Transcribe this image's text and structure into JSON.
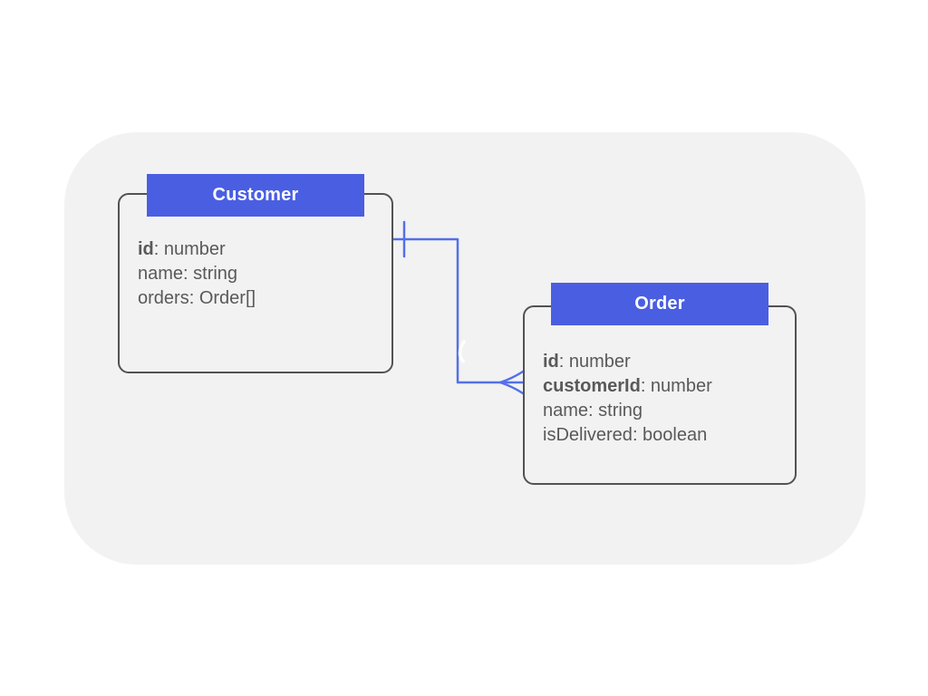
{
  "diagram": {
    "kind": "entity-relationship",
    "entities": [
      {
        "name": "Customer",
        "fields": [
          {
            "key": "id",
            "rest": ": number"
          },
          {
            "key": "name",
            "rest": ": string"
          },
          {
            "key": "orders",
            "rest": ": Order[]"
          }
        ]
      },
      {
        "name": "Order",
        "fields": [
          {
            "key": "id",
            "rest": ": number"
          },
          {
            "key": "customerId",
            "rest": ": number"
          },
          {
            "key": "name",
            "rest": ": string"
          },
          {
            "key": "isDelivered",
            "rest": ": boolean"
          }
        ]
      }
    ],
    "relationship": {
      "from_entity": "Customer",
      "to_entity": "Order",
      "from_marker": "one-tick",
      "to_marker": "crow-foot-many"
    }
  },
  "colors": {
    "header_bg": "#4a5ee2",
    "header_text": "#ffffff",
    "connector": "#5370e8",
    "entity_border": "#525252",
    "field_text": "#595959",
    "canvas_bg": "#f2f2f3",
    "page_bg": "#ffffff"
  }
}
